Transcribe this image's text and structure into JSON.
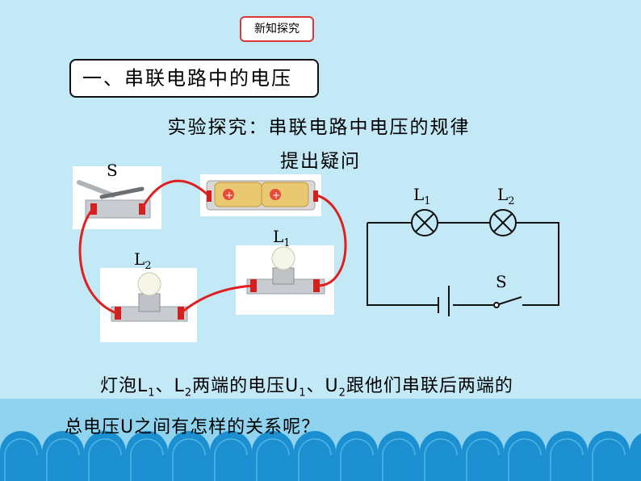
{
  "badge": "新知探究",
  "section_title": "一、串联电路中的电压",
  "experiment_title": "实验探究：串联电路中电压的规律",
  "question_title": "提出疑问",
  "photo_labels": {
    "switch": "S",
    "bulb1": "L",
    "bulb1_sub": "1",
    "bulb2": "L",
    "bulb2_sub": "2"
  },
  "diagram_labels": {
    "l1": "L",
    "l1_sub": "1",
    "l2": "L",
    "l2_sub": "2",
    "switch": "S"
  },
  "question_text": {
    "p1": "灯泡L",
    "s1": "1",
    "p2": "、L",
    "s2": "2",
    "p3": "两端的电压U",
    "s3": "1",
    "p4": "、U",
    "s4": "2",
    "p5": "跟他们串联后两端的",
    "line2": "总电压U之间有怎样的关系呢？"
  },
  "colors": {
    "background": "#c3e9f7",
    "wave": "#1b8fd0",
    "wire": "#e02020",
    "badge_border": "#d63a3a"
  }
}
